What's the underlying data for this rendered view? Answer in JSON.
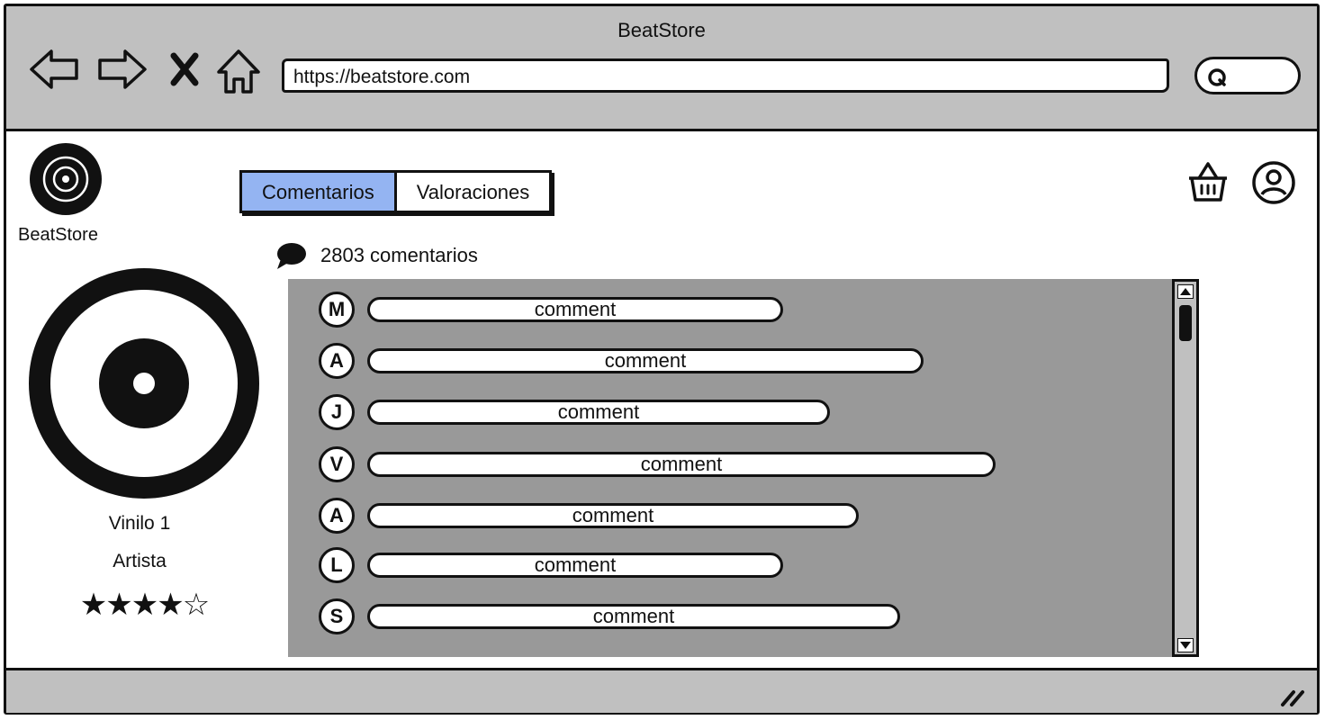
{
  "window": {
    "title": "BeatStore"
  },
  "browser": {
    "url": "https://beatstore.com",
    "nav_icons": [
      "back-arrow-icon",
      "forward-arrow-icon",
      "stop-icon",
      "home-icon"
    ],
    "search_icon": "search-icon"
  },
  "brand": {
    "name": "BeatStore",
    "logo_icon": "vinyl-record-icon"
  },
  "tabs": [
    {
      "label": "Comentarios",
      "active": true
    },
    {
      "label": "Valoraciones",
      "active": false
    }
  ],
  "header_icons": [
    "basket-icon",
    "user-avatar-icon"
  ],
  "comments_summary": {
    "icon": "speech-bubble-icon",
    "text": "2803 comentarios"
  },
  "album": {
    "art_icon": "vinyl-record-icon",
    "title": "Vinilo 1",
    "artist": "Artista",
    "rating_text": "★★★★☆",
    "rating": 4,
    "rating_max": 5
  },
  "comments": [
    {
      "initial": "M",
      "text": "comment"
    },
    {
      "initial": "A",
      "text": "comment"
    },
    {
      "initial": "J",
      "text": "comment"
    },
    {
      "initial": "V",
      "text": "comment"
    },
    {
      "initial": "A",
      "text": "comment"
    },
    {
      "initial": "L",
      "text": "comment"
    },
    {
      "initial": "S",
      "text": "comment"
    }
  ],
  "colors": {
    "chrome": "#c0c0c0",
    "active_tab": "#94b4f2",
    "comments_panel": "#999999",
    "ink": "#111111"
  }
}
